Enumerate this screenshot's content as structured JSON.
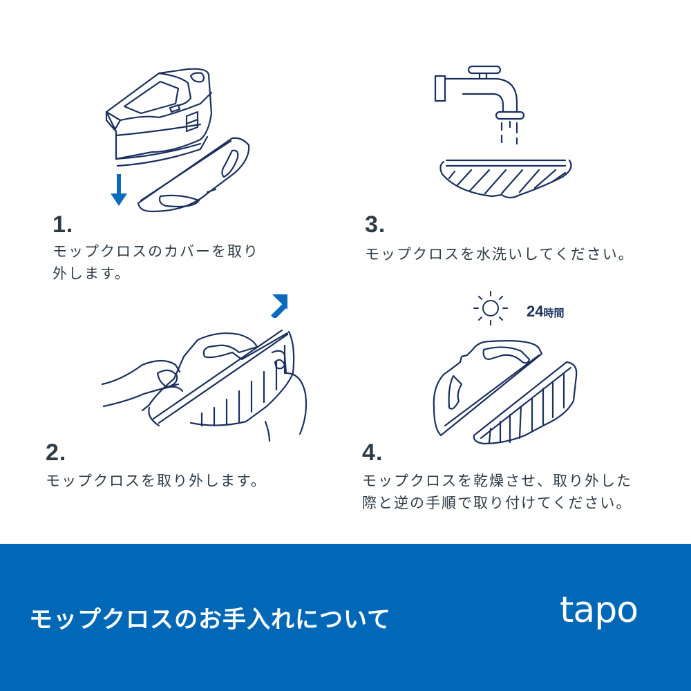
{
  "colors": {
    "text": "#2e3a44",
    "illustration_line": "#1b2f5f",
    "arrow": "#0a6bbd",
    "banner_bg": "#0068b7",
    "banner_text": "#ffffff"
  },
  "steps": [
    {
      "number": "1.",
      "text": "モップクロスのカバーを取り\n外します。",
      "illustration": "robot-vacuum-remove-cover",
      "arrow": "arrow-down-icon"
    },
    {
      "number": "2.",
      "text": "モップクロスを取り外します。",
      "illustration": "hands-peeling-mop-cloth",
      "arrow": "arrow-up-right-icon"
    },
    {
      "number": "3.",
      "text": "モップクロスを水洗いしてください。",
      "illustration": "faucet-washing-mop-cloth"
    },
    {
      "number": "4.",
      "text": "モップクロスを乾燥させ、取り外した\n際と逆の手順で取り付けてください。",
      "illustration": "mop-cover-and-cloth-drying",
      "sun_icon": "sun-icon",
      "duration_value": "24",
      "duration_unit": "時間"
    }
  ],
  "banner": {
    "title": "モップクロスのお手入れについて",
    "logo": "tapo"
  }
}
